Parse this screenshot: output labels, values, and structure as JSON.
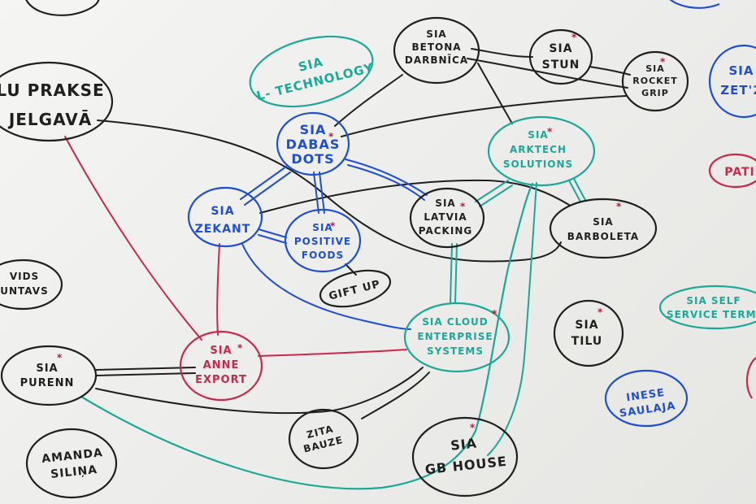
{
  "colors": {
    "black": "#1f1f1f",
    "blue": "#1f4fd0",
    "red": "#c8284a",
    "teal": "#1aa898",
    "star": "#b0203a",
    "board": "#f1f1ef"
  },
  "nodes": {
    "lu_prakse": {
      "lines": [
        "LU PRAKSE",
        "JELGAVĀ"
      ],
      "color": "black"
    },
    "sia_l_technology": {
      "lines": [
        "SIA",
        "L- TECHNOLOGY"
      ],
      "color": "teal"
    },
    "betona_darbnica": {
      "lines": [
        "SIA",
        "BETONA",
        "DARBNĪCA"
      ],
      "color": "black"
    },
    "stun": {
      "lines": [
        "SIA",
        "STUN"
      ],
      "color": "black"
    },
    "rocket_grip": {
      "lines": [
        "SIA",
        "ROCKET",
        "GRIP"
      ],
      "color": "black"
    },
    "zet": {
      "lines": [
        "SIA",
        "ZET'2"
      ],
      "color": "blue"
    },
    "dabas_dots": {
      "lines": [
        "SIA",
        "DABAS",
        "DOTS"
      ],
      "color": "blue"
    },
    "arktech": {
      "lines": [
        "SIA",
        "ARKTECH",
        "SOLUTIONS"
      ],
      "color": "teal"
    },
    "pati": {
      "lines": [
        "PATI"
      ],
      "color": "red"
    },
    "zekant": {
      "lines": [
        "SIA",
        "ZEKANT"
      ],
      "color": "blue"
    },
    "positive_foods": {
      "lines": [
        "SIA",
        "POSITIVE",
        "FOODS"
      ],
      "color": "blue"
    },
    "latvia_packing": {
      "lines": [
        "SIA",
        "LATVIA",
        "PACKING"
      ],
      "color": "black"
    },
    "barboleta": {
      "lines": [
        "SIA",
        "BARBOLETA"
      ],
      "color": "black"
    },
    "vids": {
      "lines": [
        "VIDS",
        "UNTAVS"
      ],
      "color": "black"
    },
    "gift_up": {
      "lines": [
        "GIFT UP"
      ],
      "color": "black"
    },
    "self_service": {
      "lines": [
        "SIA SELF",
        "SERVICE TERMI"
      ],
      "color": "teal"
    },
    "cloud": {
      "lines": [
        "SIA CLOUD",
        "ENTERPRISE",
        "SYSTEMS"
      ],
      "color": "teal"
    },
    "tilu": {
      "lines": [
        "SIA",
        "TILU"
      ],
      "color": "black"
    },
    "purenn": {
      "lines": [
        "SIA",
        "PURENN"
      ],
      "color": "black"
    },
    "anne_export": {
      "lines": [
        "SIA",
        "ANNE",
        "EXPORT"
      ],
      "color": "red"
    },
    "inese": {
      "lines": [
        "INESE",
        "SAULAJA"
      ],
      "color": "blue"
    },
    "zita": {
      "lines": [
        "ZITA",
        "BAUZE"
      ],
      "color": "black"
    },
    "gb_house": {
      "lines": [
        "SIA",
        "GB HOUSE"
      ],
      "color": "black"
    },
    "amanda": {
      "lines": [
        "AMANDA",
        "SILIŅA"
      ],
      "color": "black"
    }
  }
}
